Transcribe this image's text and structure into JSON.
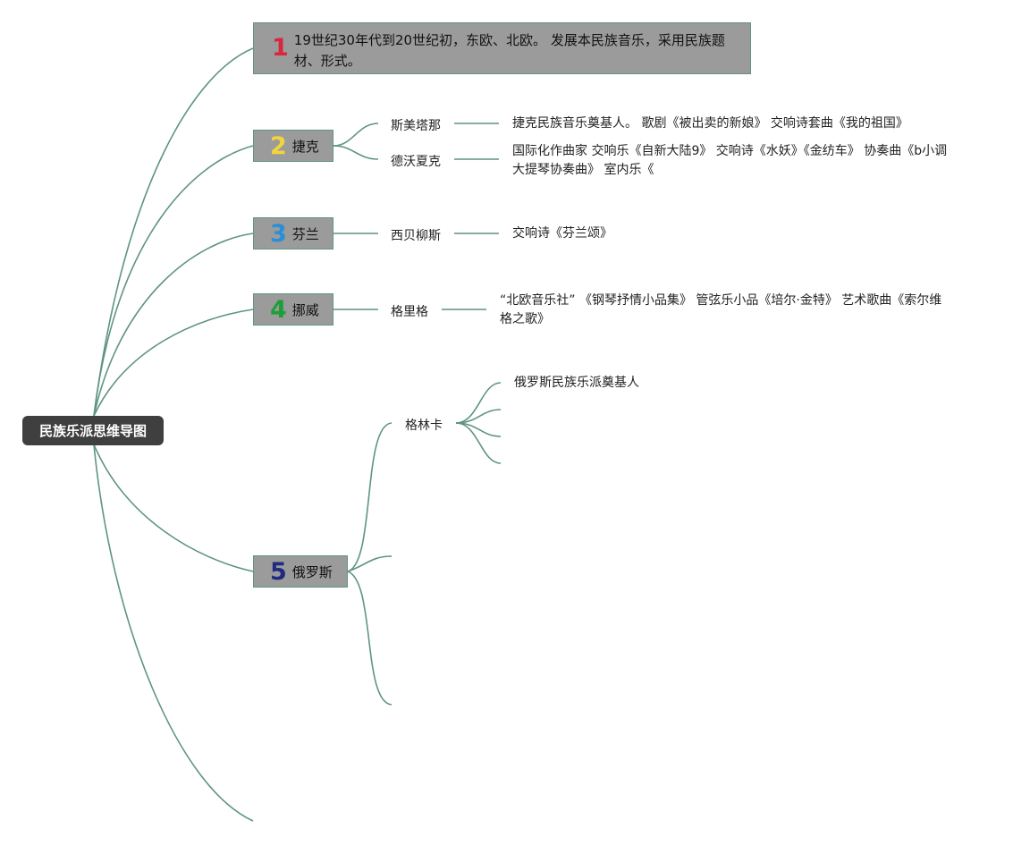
{
  "root": {
    "label": "民族乐派思维导图"
  },
  "branches": [
    {
      "num": "1",
      "num_color": "#d7263d",
      "text": "19世纪30年代到20世纪初，东欧、北欧。 发展本民族音乐，采用民族题材、形式。"
    },
    {
      "num": "2",
      "num_color": "#f2d43c",
      "label": "捷克",
      "children": [
        {
          "label": "斯美塔那",
          "desc": "捷克民族音乐奠基人。 歌剧《被出卖的新娘》 交响诗套曲《我的祖国》"
        },
        {
          "label": "德沃夏克",
          "desc": "国际化作曲家 交响乐《自新大陆9》 交响诗《水妖》《金纺车》 协奏曲《b小调大提琴协奏曲》 室内乐《"
        }
      ]
    },
    {
      "num": "3",
      "num_color": "#2a8fd6",
      "label": "芬兰",
      "children": [
        {
          "label": "西贝柳斯",
          "desc": "交响诗《芬兰颂》"
        }
      ]
    },
    {
      "num": "4",
      "num_color": "#1e9e3a",
      "label": "挪威",
      "children": [
        {
          "label": "格里格",
          "desc": "“北欧音乐社” 《钢琴抒情小品集》 管弦乐小品《培尔·金特》 艺术歌曲《索尔维格之歌》"
        }
      ]
    },
    {
      "num": "5",
      "num_color": "#1f2a80",
      "label": "俄罗斯",
      "children": [
        {
          "label": "格林卡",
          "desc": "俄罗斯民族乐派奠基人"
        }
      ]
    }
  ]
}
